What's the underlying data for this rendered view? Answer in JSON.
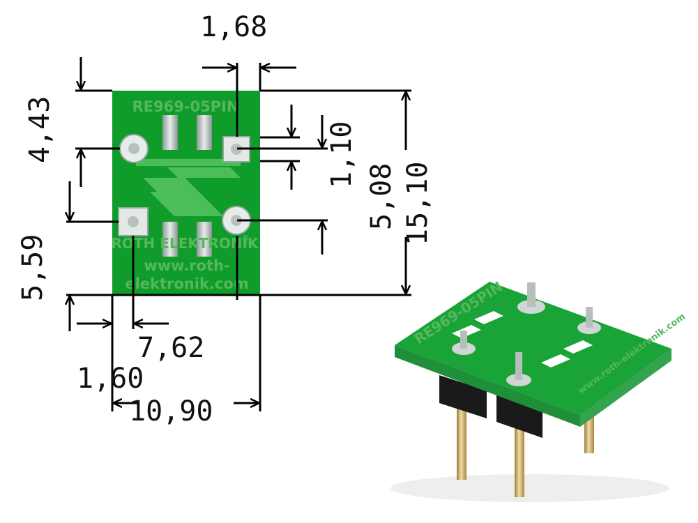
{
  "drawing": {
    "board_label": "RE969-05PIN",
    "brand_label": "ROTH ELEKTRONIK",
    "registered_mark": "®",
    "web_line1": "www.roth-",
    "web_line2": "elektronik.com",
    "dimensions": {
      "pad_width": "1,68",
      "top_pad_offset": "4,43",
      "pad_height": "1,10",
      "pin_pitch_vertical": "5,08",
      "board_height": "15,10",
      "bottom_offset": "5,59",
      "pin_pitch_horizontal": "7,62",
      "left_offset": "1,60",
      "board_width": "10,90"
    }
  },
  "photo": {
    "board_label": "RE969-05PIN",
    "web_text": "www.roth-elektronik.com"
  },
  "colors": {
    "pcb_green": "#0f9d2a",
    "pcb_light": "#5fd06a",
    "pad_silver": "#c8cdcb",
    "pin_gold": "#d9b56a"
  }
}
